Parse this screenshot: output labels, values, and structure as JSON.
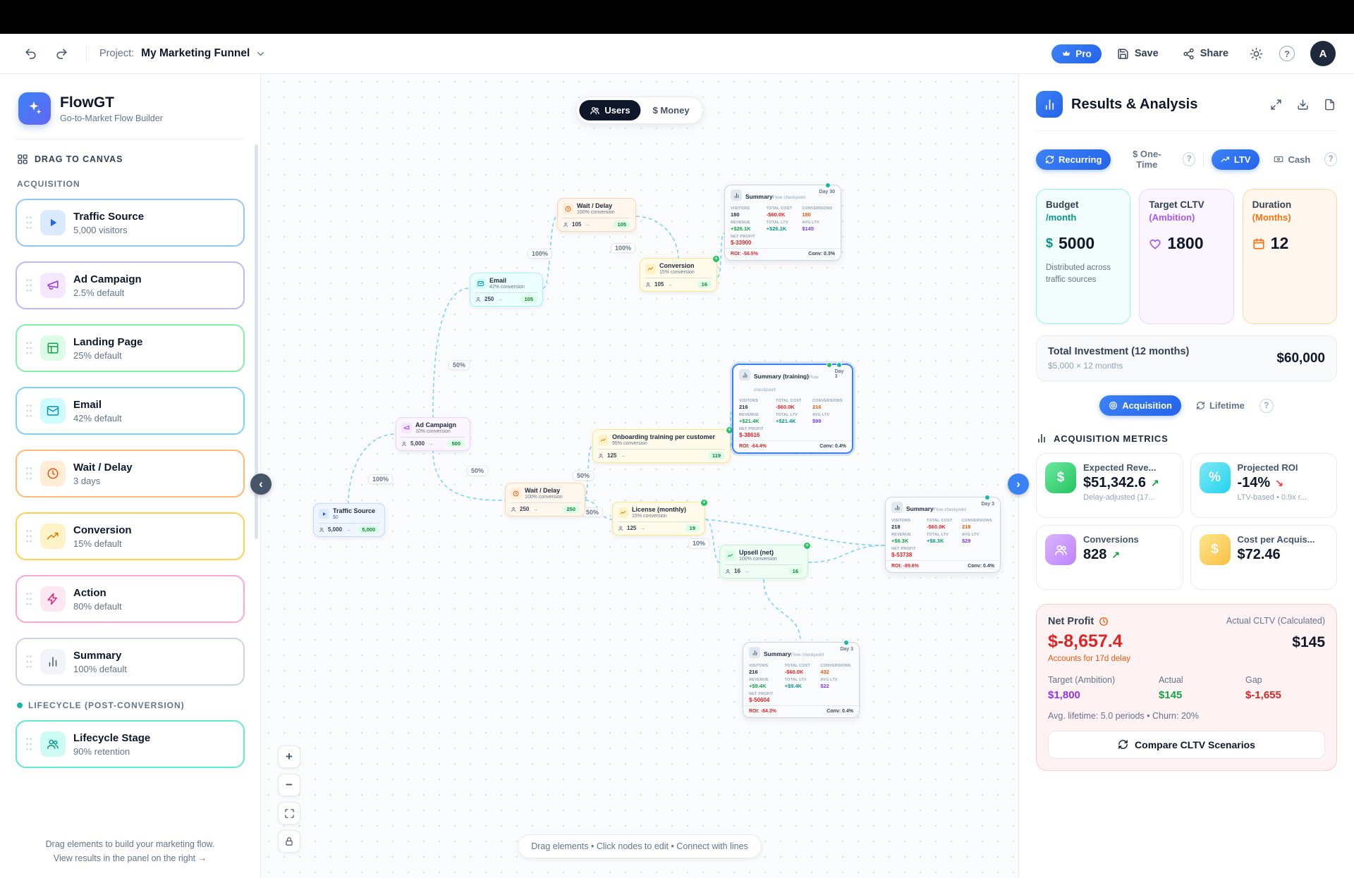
{
  "icons": {
    "question": "?",
    "dollar": "$",
    "percent": "%",
    "trend_up": "↗",
    "trend_down": "↘",
    "arrow_right": "→",
    "plus": "+",
    "minus": "−",
    "plus_small": "+",
    "chevron_left": "‹",
    "chevron_right": "›"
  },
  "toolbar": {
    "project_label": "Project:",
    "project_name": "My Marketing Funnel",
    "pro_badge": "Pro",
    "save_label": "Save",
    "share_label": "Share",
    "avatar": "A"
  },
  "sidebar": {
    "app_name": "FlowGT",
    "app_subtitle": "Go-to-Market Flow Builder",
    "drag_header": "DRAG TO CANVAS",
    "acquisition_header": "ACQUISITION",
    "items": [
      {
        "label": "Traffic Source",
        "sub": "5,000 visitors"
      },
      {
        "label": "Ad Campaign",
        "sub": "2.5% default"
      },
      {
        "label": "Landing Page",
        "sub": "25% default"
      },
      {
        "label": "Email",
        "sub": "42% default"
      },
      {
        "label": "Wait / Delay",
        "sub": "3 days"
      },
      {
        "label": "Conversion",
        "sub": "15% default"
      },
      {
        "label": "Action",
        "sub": "80% default"
      },
      {
        "label": "Summary",
        "sub": "100% default"
      }
    ],
    "lifecycle_header": "LIFECYCLE (POST-CONVERSION)",
    "lifecycle_items": [
      {
        "label": "Lifecycle Stage",
        "sub": "90% retention"
      }
    ],
    "footer_line1": "Drag elements to build your marketing flow.",
    "footer_line2": "View results in the panel on the right →"
  },
  "canvas": {
    "mode_users": "Users",
    "mode_money": "$ Money",
    "hint": "Drag elements • Click nodes to edit • Connect with lines",
    "edge_labels": [
      "100%",
      "50%",
      "100%",
      "100%",
      "50%",
      "50%",
      "50%",
      "10%"
    ],
    "stat_labels": [
      "VISITORS",
      "TOTAL COST",
      "CONVERSIONS",
      "REVENUE",
      "TOTAL LTV",
      "AVG LTV"
    ],
    "net_profit_label": "NET PROFIT",
    "nodes": {
      "traffic_source": {
        "title": "Traffic Source",
        "sub": "$0",
        "in": "5,000",
        "out": "5,000"
      },
      "ad_campaign": {
        "title": "Ad Campaign",
        "sub": "10% conversion",
        "in": "5,000",
        "out": "500"
      },
      "email": {
        "title": "Email",
        "sub": "42% conversion",
        "in": "250",
        "out": "105"
      },
      "wait_top": {
        "title": "Wait / Delay",
        "sub": "100% conversion",
        "in": "105",
        "out": "105"
      },
      "conversion": {
        "title": "Conversion",
        "sub": "15% conversion",
        "in": "105",
        "out": "16"
      },
      "onboarding": {
        "title": "Onboarding training per customer",
        "sub": "95% conversion",
        "in": "125",
        "out": "119"
      },
      "wait_bottom": {
        "title": "Wait / Delay",
        "sub": "100% conversion",
        "in": "250",
        "out": "250"
      },
      "license": {
        "title": "License (monthly)",
        "sub": "15% conversion",
        "in": "125",
        "out": "19"
      },
      "upsell": {
        "title": "Upsell (net)",
        "sub": "100% conversion",
        "in": "16",
        "out": "16"
      },
      "summary_top": {
        "title": "Summary",
        "sub": "Flow checkpoint",
        "day": "Day 30",
        "visitors": "180",
        "total_cost": "-$60.0K",
        "conversions": "180",
        "revenue": "+$26.1K",
        "total_ltv": "+$26.1K",
        "avg_ltv": "$145",
        "net_profit": "$-33900",
        "roi": "ROI: -56.5%",
        "conv": "Conv: 0.3%"
      },
      "summary_training": {
        "title": "Summary (training)",
        "sub": "Flow checkpoint",
        "day": "Day 3",
        "visitors": "216",
        "total_cost": "-$60.0K",
        "conversions": "216",
        "revenue": "+$21.4K",
        "total_ltv": "+$21.4K",
        "avg_ltv": "$99",
        "net_profit": "$-38616",
        "roi": "ROI: -64.4%",
        "conv": "Conv: 0.4%"
      },
      "summary_right": {
        "title": "Summary",
        "sub": "Flow checkpoint",
        "day": "Day 3",
        "visitors": "218",
        "total_cost": "-$60.0K",
        "conversions": "218",
        "revenue": "+$6.3K",
        "total_ltv": "+$6.3K",
        "avg_ltv": "$29",
        "net_profit": "$-53738",
        "roi": "ROI: -89.6%",
        "conv": "Conv: 0.4%"
      },
      "summary_bottom": {
        "title": "Summary",
        "sub": "Flow checkpoint",
        "day": "Day 3",
        "visitors": "216",
        "total_cost": "-$60.0K",
        "conversions": "432",
        "revenue": "+$9.4K",
        "total_ltv": "+$9.4K",
        "avg_ltv": "$22",
        "net_profit": "$-50604",
        "roi": "ROI: -84.3%",
        "conv": "Conv: 0.4%"
      }
    }
  },
  "panel": {
    "title": "Results & Analysis",
    "mode": {
      "recurring": "Recurring",
      "one_time": "$ One-Time",
      "ltv": "LTV",
      "cash": "Cash"
    },
    "cards": {
      "budget": {
        "label": "Budget",
        "unit": "/month",
        "value": "5000",
        "caption": "Distributed across traffic sources"
      },
      "cltv": {
        "label": "Target CLTV",
        "unit": "(Ambition)",
        "value": "1800"
      },
      "duration": {
        "label": "Duration",
        "unit": "(Months)",
        "value": "12"
      }
    },
    "investment": {
      "label": "Total Investment (12 months)",
      "sub": "$5,000 × 12 months",
      "value": "$60,000"
    },
    "scope": {
      "acquisition": "Acquisition",
      "lifetime": "Lifetime"
    },
    "metrics_header": "ACQUISITION METRICS",
    "metrics": [
      {
        "label": "Expected Reve...",
        "value": "$51,342.6",
        "caption": "Delay-adjusted (17..."
      },
      {
        "label": "Projected ROI",
        "value": "-14%",
        "caption": "LTV-based • 0.9x r..."
      },
      {
        "label": "Conversions",
        "value": "828",
        "caption": ""
      },
      {
        "label": "Cost per Acquis...",
        "value": "$72.46",
        "caption": ""
      }
    ],
    "net_profit": {
      "label": "Net Profit",
      "value": "$-8,657.4",
      "delay_note": "Accounts for 17d delay",
      "cltv_label": "Actual CLTV (Calculated)",
      "cltv_value": "$145",
      "target_label": "Target (Ambition)",
      "target_value": "$1,800",
      "actual_label": "Actual",
      "actual_value": "$145",
      "gap_label": "Gap",
      "gap_value": "$-1,655",
      "lifetime_note": "Avg. lifetime: 5.0 periods • Churn: 20%",
      "compare_button": "Compare CLTV Scenarios"
    }
  }
}
